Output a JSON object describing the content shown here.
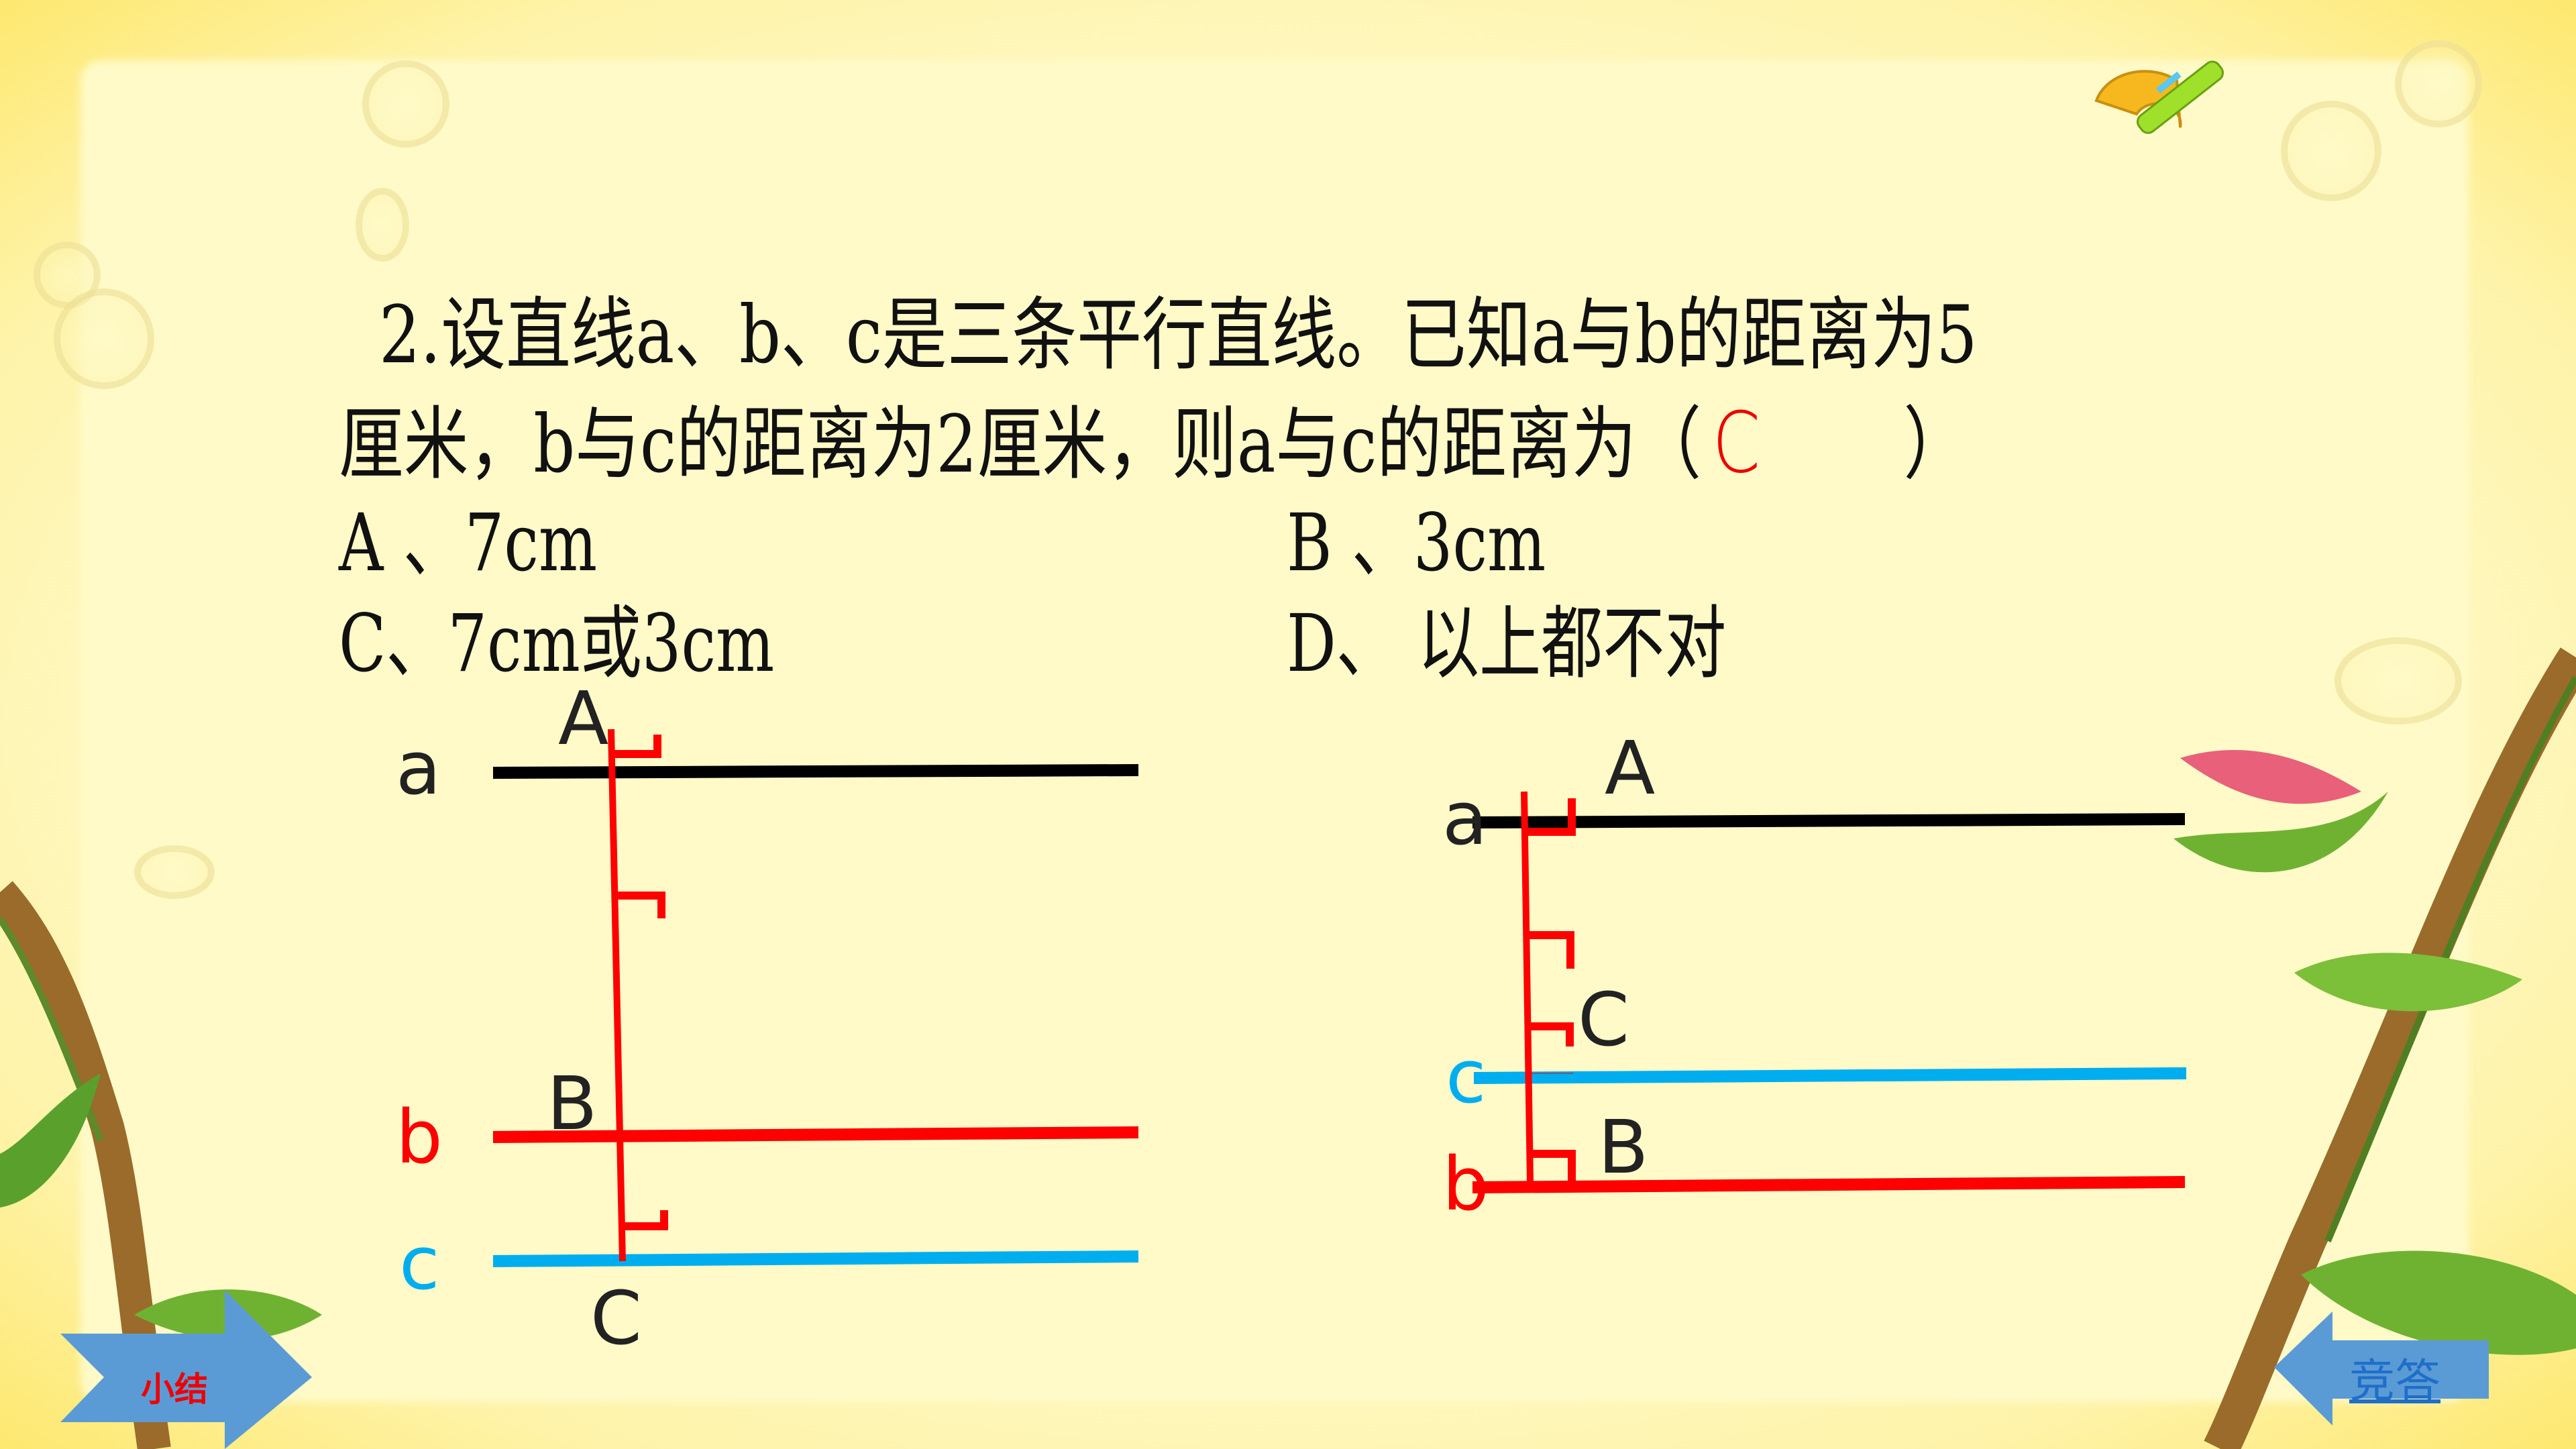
{
  "question": {
    "line1": "2.设直线a、b、c是三条平行直线。已知a与b的距离为5",
    "line2_prefix": "厘米，b与c的距离为2厘米，则a与c的距离为（",
    "answer": "C",
    "line2_suffix": "）"
  },
  "options": [
    {
      "key": "A",
      "text": "A 、7cm"
    },
    {
      "key": "B",
      "text": "B 、3cm"
    },
    {
      "key": "C",
      "text": "C、7cm或3cm"
    },
    {
      "key": "D",
      "text": "D、 以上都不对"
    }
  ],
  "diagram_left": {
    "line_labels": {
      "a": "a",
      "b": "b",
      "c": "c"
    },
    "point_labels": {
      "A": "A",
      "B": "B",
      "C": "C"
    }
  },
  "diagram_right": {
    "line_labels": {
      "a": "a",
      "c": "c",
      "b": "b"
    },
    "point_labels": {
      "A": "A",
      "C": "C",
      "B": "B"
    }
  },
  "nav": {
    "next_label": "小结",
    "prev_label": "竞答"
  },
  "colors": {
    "line_a": "#000000",
    "line_b": "#ff0000",
    "line_c": "#00aeef",
    "perpendicular": "#ff0000",
    "answer": "#ee0000",
    "arrow_fill": "#5b9bd5",
    "next_text": "#ee0000",
    "prev_text": "#1f6fc9"
  },
  "icons": {
    "corner": "protractor-pen-icon"
  }
}
